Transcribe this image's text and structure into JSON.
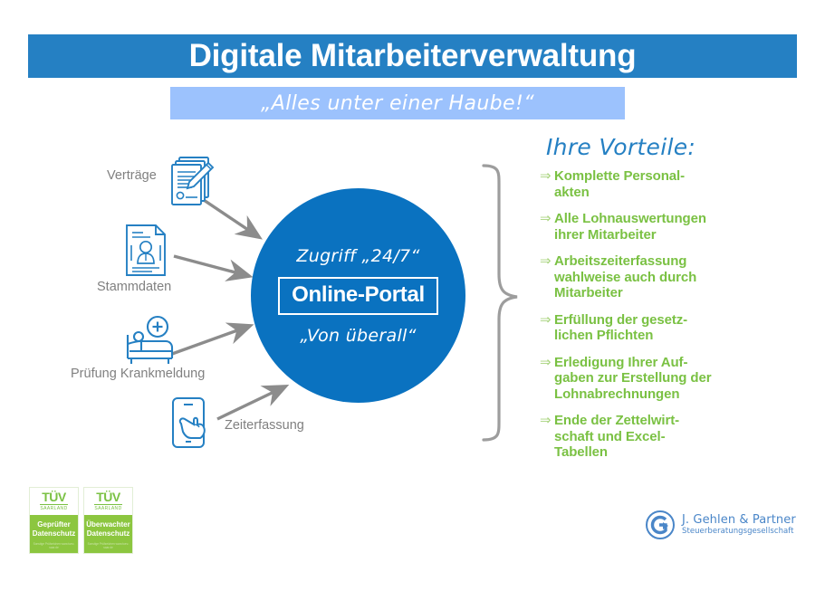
{
  "header": {
    "title": "Digitale Mitarbeiterverwaltung",
    "subtitle": "„Alles unter einer Haube!“",
    "band_color": "#2580c3",
    "subtitle_band_color": "#9cc2fd"
  },
  "center": {
    "top_text": "Zugriff „24/7“",
    "box_label": "Online-Portal",
    "bottom_text": "„Von überall“",
    "circle_color": "#0a72c0"
  },
  "sources": [
    {
      "label": "Verträge",
      "icon": "contract-signing-icon"
    },
    {
      "label": "Stammdaten",
      "icon": "personnel-file-icon"
    },
    {
      "label": "Prüfung Krankmeldung",
      "icon": "hospital-bed-medical-icon"
    },
    {
      "label": "Zeiterfassung",
      "icon": "smartphone-tap-icon"
    }
  ],
  "benefits": {
    "title": "Ihre Vorteile:",
    "bullet_glyph": "⇒",
    "text_color": "#7ac143",
    "items": [
      "Komplette Personal-\nakten",
      "Alle Lohnauswertungen\nihrer Mitarbeiter",
      "Arbeitszeiterfassung\nwahlweise auch durch\nMitarbeiter",
      "Erfüllung der gesetz-\nlichen Pflichten",
      "Erledigung Ihrer Auf-\ngaben zur Erstellung der\nLohnabrechnungen",
      "Ende der Zettelwirt-\nschaft und Excel-\nTabellen"
    ]
  },
  "certifications": [
    {
      "logo": "TÜV",
      "region": "SAARLAND",
      "line1": "Geprüfter",
      "line2": "Datenschutz",
      "fine_print": "Sonstige Prüfzeichen\nwww.tuev-saar.de"
    },
    {
      "logo": "TÜV",
      "region": "SAARLAND",
      "line1": "Überwachter",
      "line2": "Datenschutz",
      "fine_print": "Sonstige Prüfzeichen\nwww.tuev-saar.de"
    }
  ],
  "company": {
    "name": "J. Gehlen & Partner",
    "subtitle": "Steuerberatungsgesellschaft",
    "mark": "circle-g-arrow-logo",
    "color": "#4a86c8"
  }
}
